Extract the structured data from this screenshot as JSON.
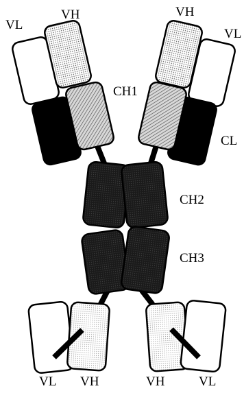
{
  "labels": {
    "vl_top_left": "VL",
    "vh_top_left": "VH",
    "vh_top_right": "VH",
    "vl_top_right": "VL",
    "ch1": "CH1",
    "cl": "CL",
    "ch2": "CH2",
    "ch3": "CH3",
    "vl_bottom_left": "VL",
    "vh_bottom_left": "VH",
    "vh_bottom_right": "VH",
    "vl_bottom_right": "VL"
  },
  "colors": {
    "outline": "#000000",
    "light_region": "#ffffff",
    "dark_region": "#000000"
  }
}
